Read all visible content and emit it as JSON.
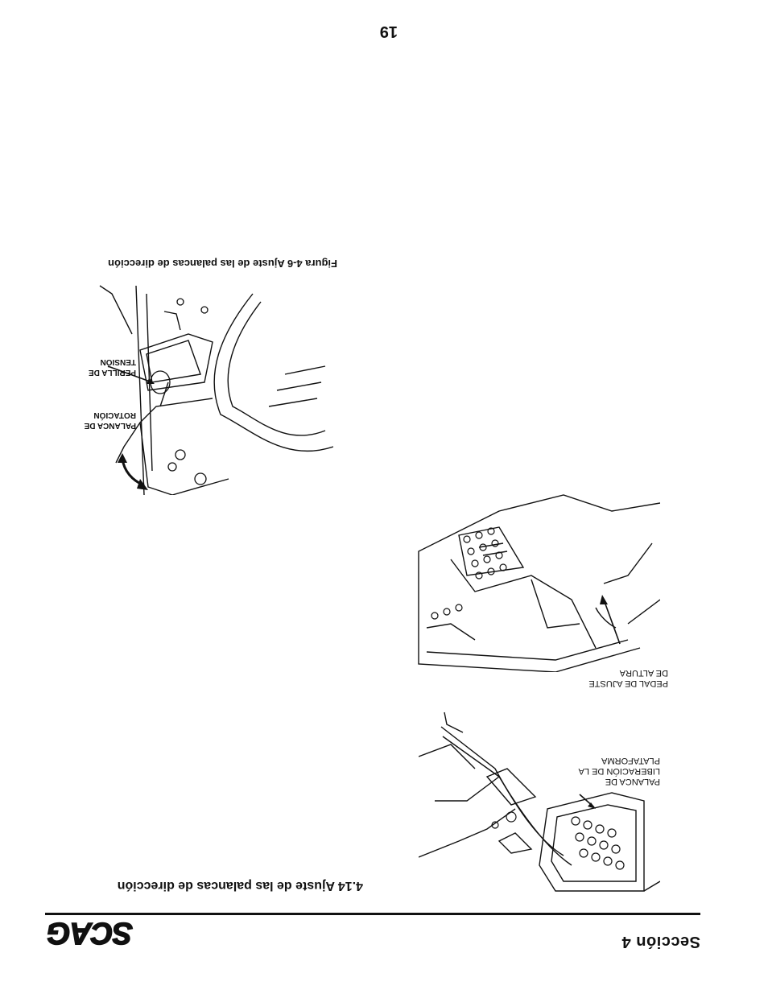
{
  "header": {
    "section_title": "Sección 4",
    "logo_text": "SCAG"
  },
  "section": {
    "heading": "4.14 Ajuste de las palancas de dirección"
  },
  "figures": {
    "platform_release": {
      "label_lines": [
        "PALANCA DE",
        "LIBERACIÓN DE LA",
        "PLATAFORMA"
      ]
    },
    "height_pedal": {
      "label_lines": [
        "PEDAL DE AJUSTE",
        "DE ALTURA"
      ]
    },
    "steering": {
      "label_rotation": [
        "PALANCA DE",
        "ROTACIÓN"
      ],
      "label_tension": [
        "PERILLA DE",
        "TENSIÓN"
      ],
      "caption": "Figura 4-6 Ajuste de las palancas de dirección"
    }
  },
  "footer": {
    "page_number": "19"
  }
}
